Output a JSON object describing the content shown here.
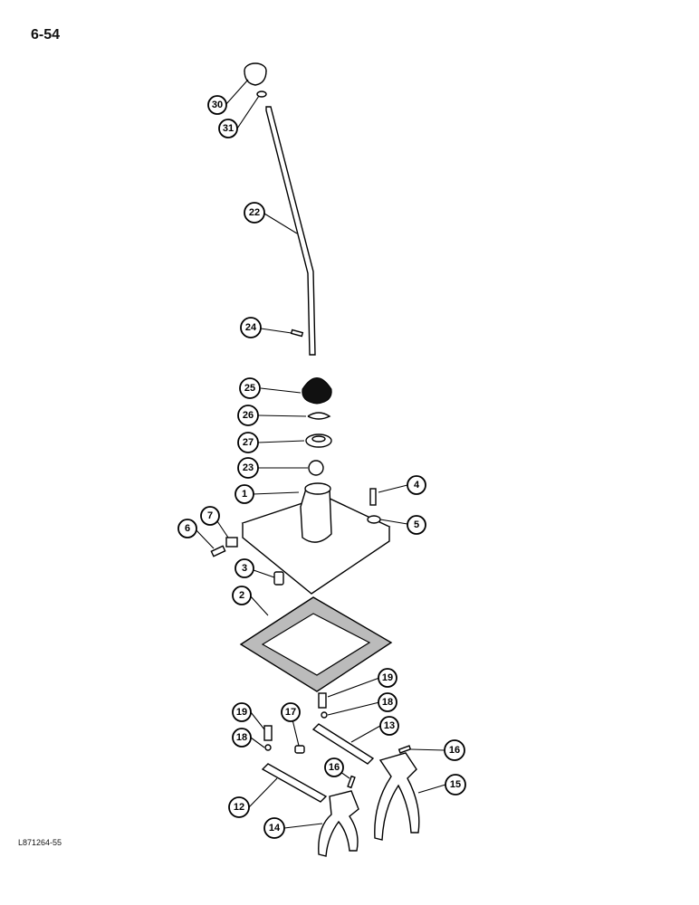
{
  "page_number": "6-54",
  "figure_id": "L871264-55",
  "callouts": [
    "30",
    "31",
    "22",
    "24",
    "25",
    "26",
    "27",
    "23",
    "1",
    "4",
    "5",
    "7",
    "6",
    "3",
    "2",
    "19",
    "18",
    "19",
    "18",
    "17",
    "13",
    "16",
    "16",
    "12",
    "15",
    "14"
  ]
}
